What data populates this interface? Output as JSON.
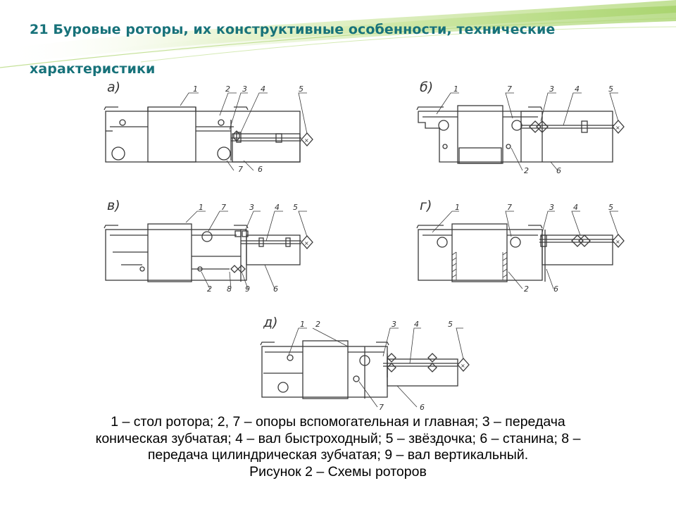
{
  "slide": {
    "title_line1": "21 Буровые роторы, их конструктивные особенности, технические",
    "title_line2": "характеристики"
  },
  "figure": {
    "variants": [
      {
        "letter": "а)",
        "labels": [
          "1",
          "2",
          "3",
          "4",
          "5",
          "7",
          "6"
        ]
      },
      {
        "letter": "б)",
        "labels": [
          "1",
          "7",
          "3",
          "4",
          "5",
          "2",
          "6"
        ]
      },
      {
        "letter": "в)",
        "labels": [
          "1",
          "7",
          "3",
          "4",
          "5",
          "2",
          "8",
          "9",
          "6"
        ]
      },
      {
        "letter": "г)",
        "labels": [
          "1",
          "7",
          "3",
          "4",
          "5",
          "2",
          "6"
        ]
      },
      {
        "letter": "д)",
        "labels": [
          "1",
          "2",
          "3",
          "4",
          "5",
          "7",
          "6"
        ]
      }
    ]
  },
  "caption": {
    "legend_line1": "1 – стол ротора; 2, 7 – опоры вспомогательная и главная; 3 – передача",
    "legend_line2": "коническая зубчатая; 4 – вал быстроходный; 5 – звёздочка; 6 – станина; 8 –",
    "legend_line3": "передача цилиндрическая зубчатая; 9 – вал вертикальный.",
    "figure_title": "Рисунок 2 – Схемы роторов"
  },
  "colors": {
    "title": "#17727a",
    "swoosh_light": "#d6ecb0",
    "swoosh_mid": "#a9d46f",
    "drawing": "#3a3a3a"
  }
}
